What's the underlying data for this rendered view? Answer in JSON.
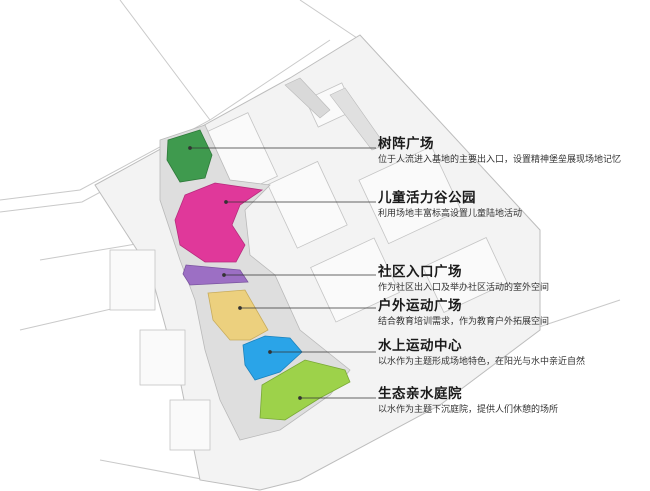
{
  "zones": [
    {
      "title": "树阵广场",
      "desc": "位于人流进入基地的主要出入口，设置精神堡垒展现场地记忆",
      "color": "#3f9a4e"
    },
    {
      "title": "儿童活力谷公园",
      "desc": "利用场地丰富标高设置儿童陆地活动",
      "color": "#e0389a"
    },
    {
      "title": "社区入口广场",
      "desc": "作为社区出入口及举办社区活动的室外空间",
      "color": "#9c6fc4"
    },
    {
      "title": "户外运动广场",
      "desc": "结合教育培训需求，作为教育户外拓展空间",
      "color": "#ecd07e"
    },
    {
      "title": "水上运动中心",
      "desc": "以水作为主题形成场地特色，在阳光与水中亲近自然",
      "color": "#2aa4e8"
    },
    {
      "title": "生态亲水庭院",
      "desc": "以水作为主题下沉庭院，提供人们休憩的场所",
      "color": "#9dd24a"
    }
  ],
  "site_colors": {
    "road": "#cfcfcf",
    "pavement": "#e4e4e4",
    "building": "#f4f4f4",
    "line": "#b5b5b5"
  }
}
